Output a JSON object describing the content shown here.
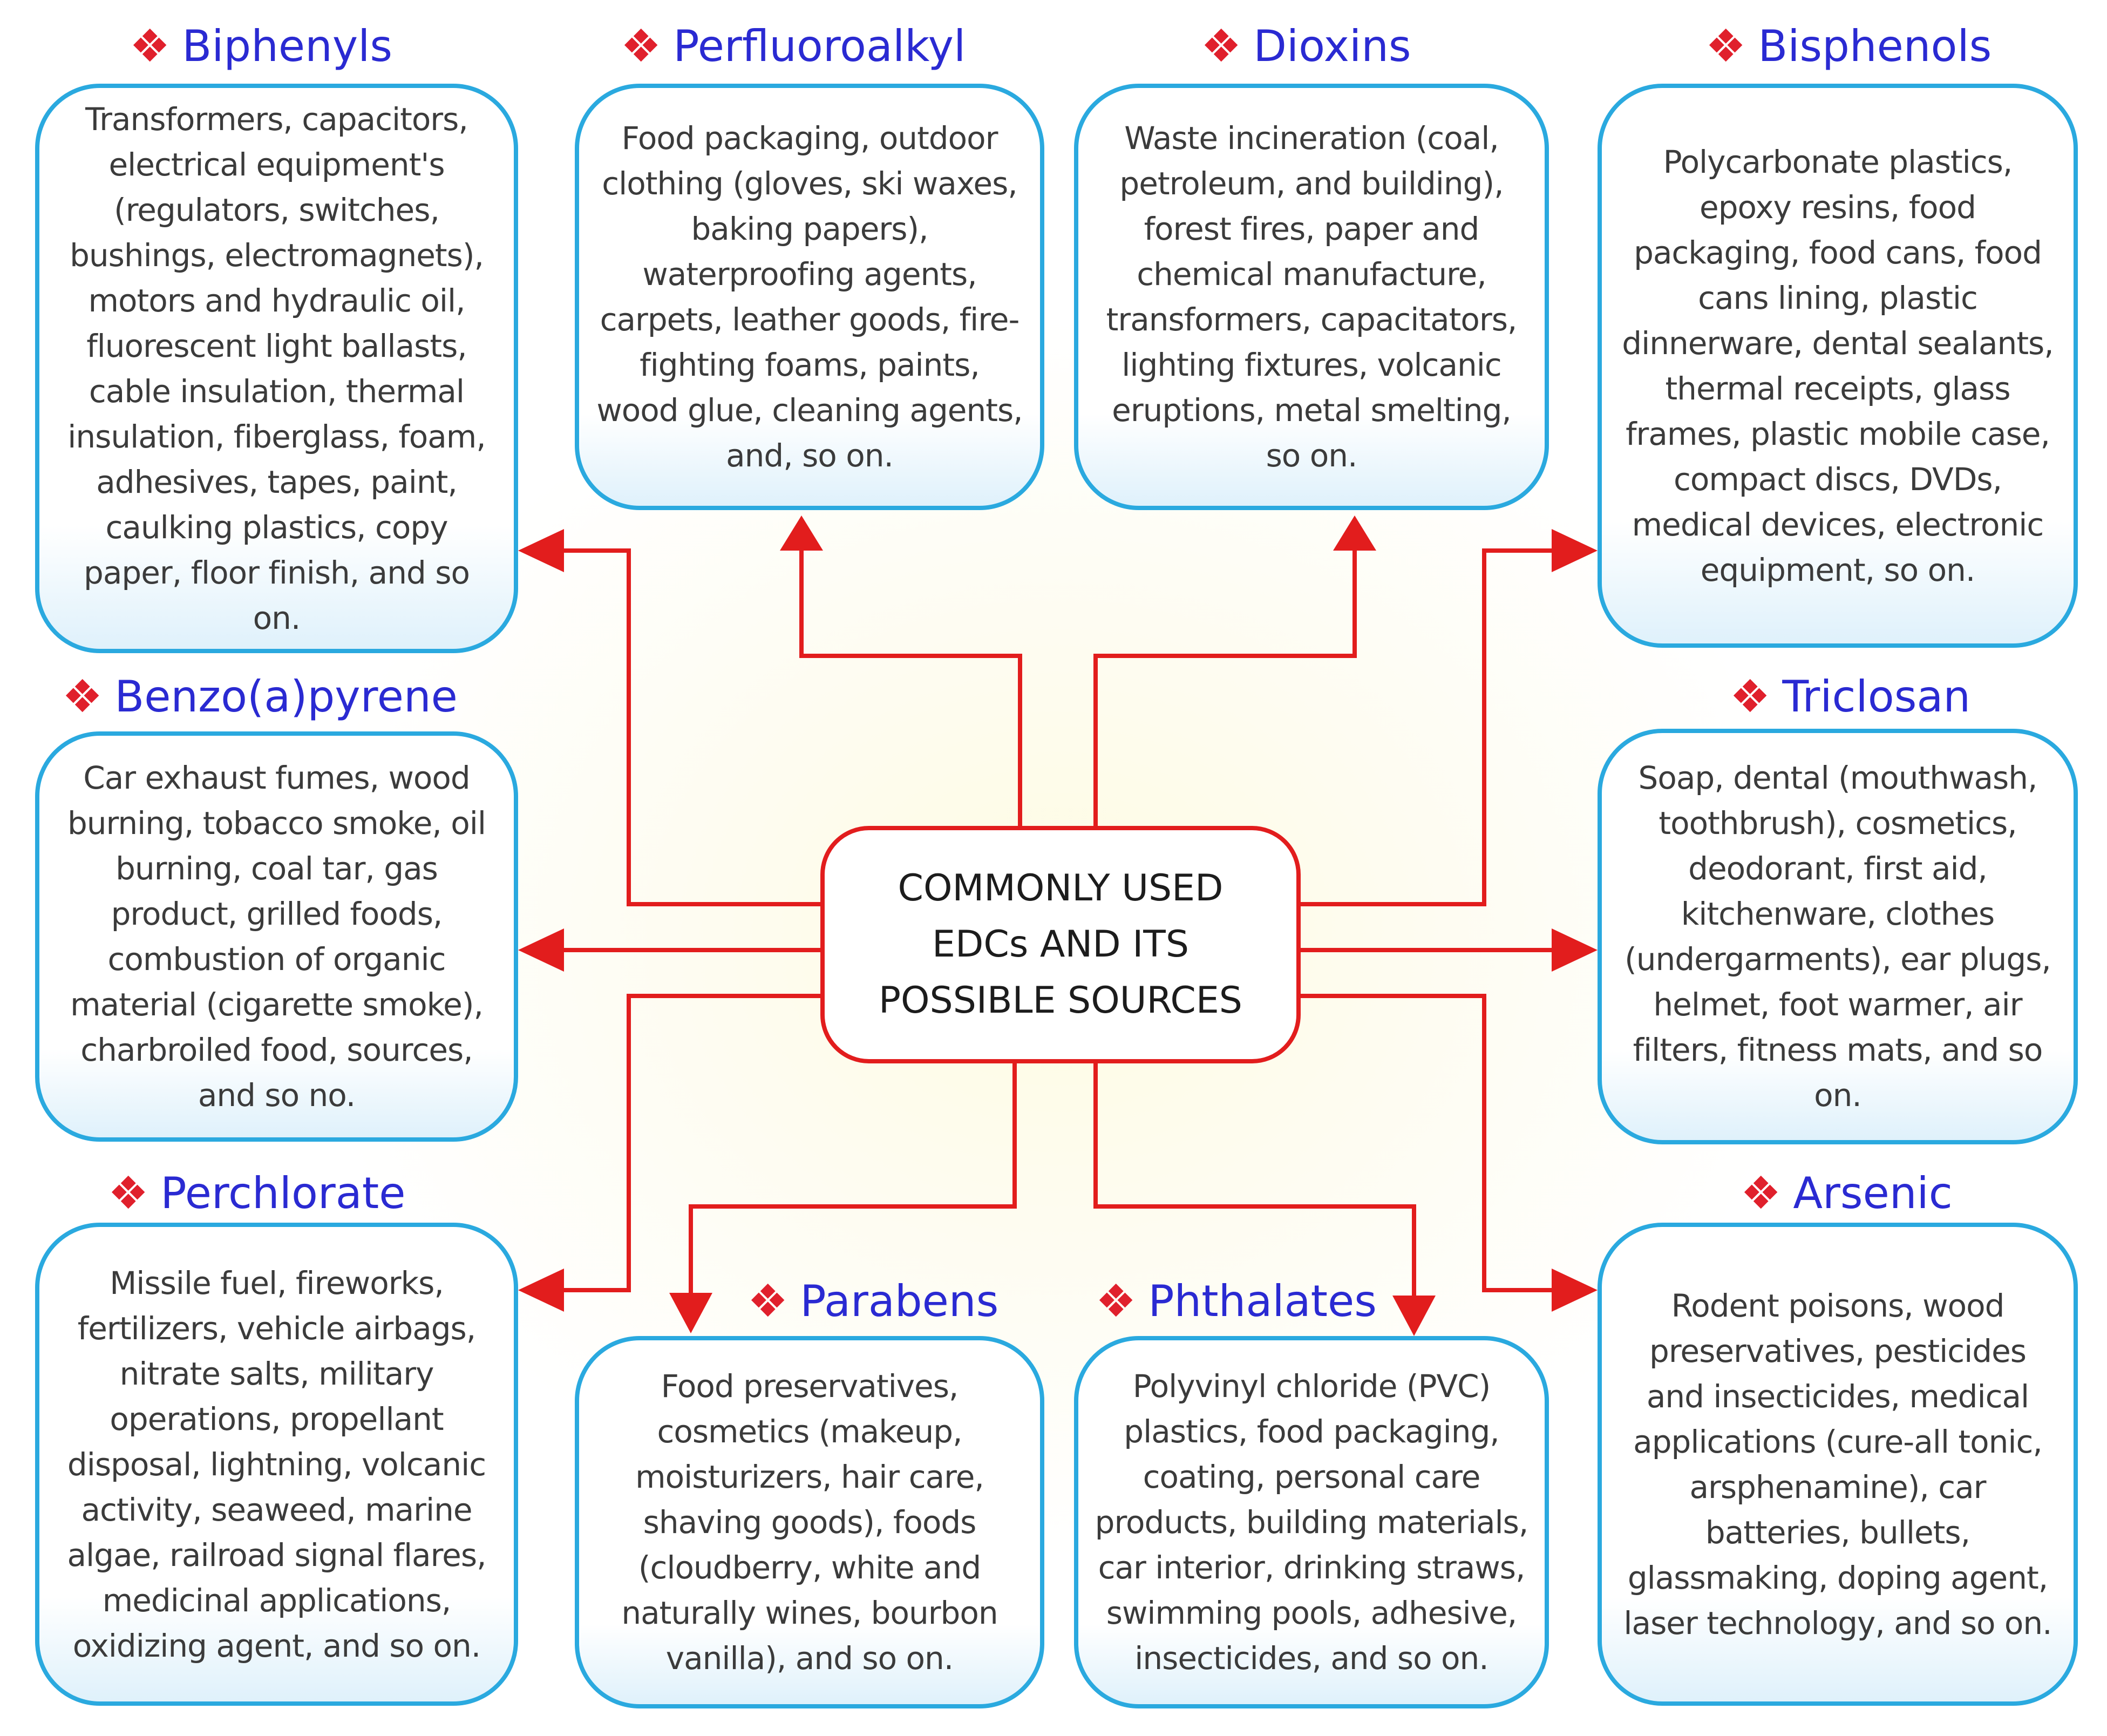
{
  "center": {
    "lines": [
      "COMMONLY USED",
      "EDCs AND ITS",
      "POSSIBLE SOURCES"
    ]
  },
  "bullet_symbol": "❖",
  "colors": {
    "title": "#2a2ad2",
    "bullet": "#e0202c",
    "box_border": "#2aa9df",
    "arrow": "#e21d1d",
    "center_border": "#e21d1d"
  },
  "nodes": {
    "biphenyls": {
      "title": "Biphenyls",
      "sources": "Transformers, capacitors, electrical equipment's (regulators, switches, bushings, electromagnets), motors and hydraulic oil, fluorescent light ballasts, cable insulation, thermal insulation, fiberglass, foam, adhesives, tapes, paint, caulking plastics, copy paper, floor finish, and so on."
    },
    "perfluoroalkyl": {
      "title": "Perfluoroalkyl",
      "sources": "Food packaging, outdoor clothing (gloves, ski waxes, baking papers), waterproofing agents, carpets, leather goods, fire-fighting foams, paints, wood glue, cleaning agents, and, so on."
    },
    "dioxins": {
      "title": "Dioxins",
      "sources": "Waste incineration (coal, petroleum, and building), forest fires, paper and chemical manufacture, transformers, capacitators, lighting fixtures, volcanic eruptions, metal smelting, so on."
    },
    "bisphenols": {
      "title": "Bisphenols",
      "sources": "Polycarbonate plastics, epoxy resins, food packaging, food cans, food cans lining, plastic dinnerware, dental sealants, thermal receipts, glass frames, plastic mobile case, compact discs, DVDs, medical devices, electronic equipment, so on."
    },
    "benzopyrene": {
      "title": "Benzo(a)pyrene",
      "sources": "Car exhaust fumes, wood burning, tobacco smoke, oil burning, coal tar, gas product, grilled foods, combustion of organic material (cigarette smoke), charbroiled food, sources, and so no."
    },
    "triclosan": {
      "title": "Triclosan",
      "sources": "Soap, dental (mouthwash, toothbrush), cosmetics, deodorant, first aid, kitchenware, clothes (undergarments), ear plugs, helmet, foot warmer, air filters, fitness mats, and so on."
    },
    "perchlorate": {
      "title": "Perchlorate",
      "sources": "Missile fuel, fireworks, fertilizers, vehicle airbags, nitrate salts, military operations, propellant disposal, lightning, volcanic activity, seaweed, marine algae, railroad signal flares, medicinal applications, oxidizing agent, and so on."
    },
    "parabens": {
      "title": "Parabens",
      "sources": "Food preservatives, cosmetics (makeup, moisturizers, hair care, shaving goods), foods (cloudberry, white and naturally wines, bourbon vanilla), and so on."
    },
    "phthalates": {
      "title": "Phthalates",
      "sources": "Polyvinyl chloride  (PVC) plastics, food packaging, coating, personal care products, building materials, car interior, drinking straws, swimming pools, adhesive, insecticides, and so on."
    },
    "arsenic": {
      "title": "Arsenic",
      "sources": "Rodent poisons, wood preservatives, pesticides and insecticides, medical applications (cure-all tonic, arsphenamine), car batteries, bullets, glassmaking, doping agent, laser technology, and so on."
    }
  }
}
